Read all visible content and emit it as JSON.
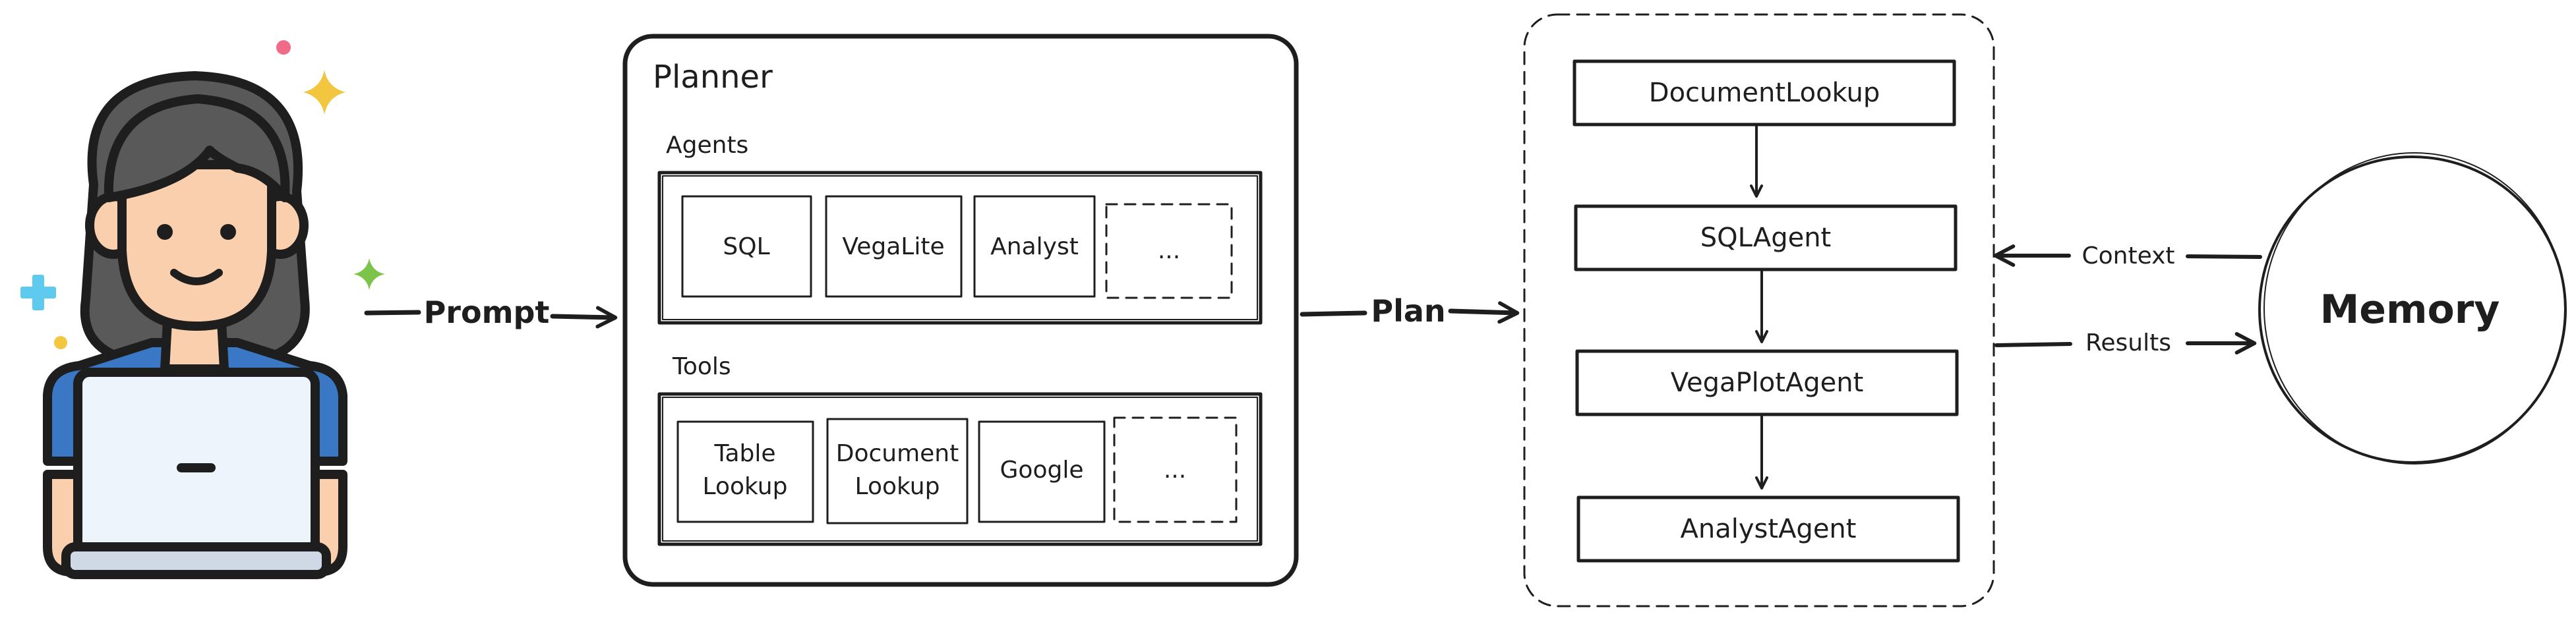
{
  "flow": {
    "prompt_label": "Prompt",
    "plan_label": "Plan",
    "context_label": "Context",
    "results_label": "Results"
  },
  "planner": {
    "title": "Planner",
    "agents_heading": "Agents",
    "agents": [
      "SQL",
      "VegaLite",
      "Analyst",
      "..."
    ],
    "tools_heading": "Tools",
    "tools": [
      {
        "line1": "Table",
        "line2": "Lookup"
      },
      {
        "line1": "Document",
        "line2": "Lookup"
      },
      {
        "line1": "Google",
        "line2": ""
      },
      {
        "line1": "...",
        "line2": ""
      }
    ]
  },
  "plan_steps": [
    "DocumentLookup",
    "SQLAgent",
    "VegaPlotAgent",
    "AnalystAgent"
  ],
  "memory": {
    "label": "Memory"
  },
  "colors": {
    "ink": "#1e1e1e",
    "skin": "#f9cfae",
    "hair": "#595959",
    "shirt": "#3a78c6",
    "laptop": "#eef4fc",
    "sparkle_yellow": "#f3c63f",
    "sparkle_green": "#7cc34a",
    "sparkle_blue": "#5fcaf0",
    "sparkle_pink": "#f16a87"
  }
}
